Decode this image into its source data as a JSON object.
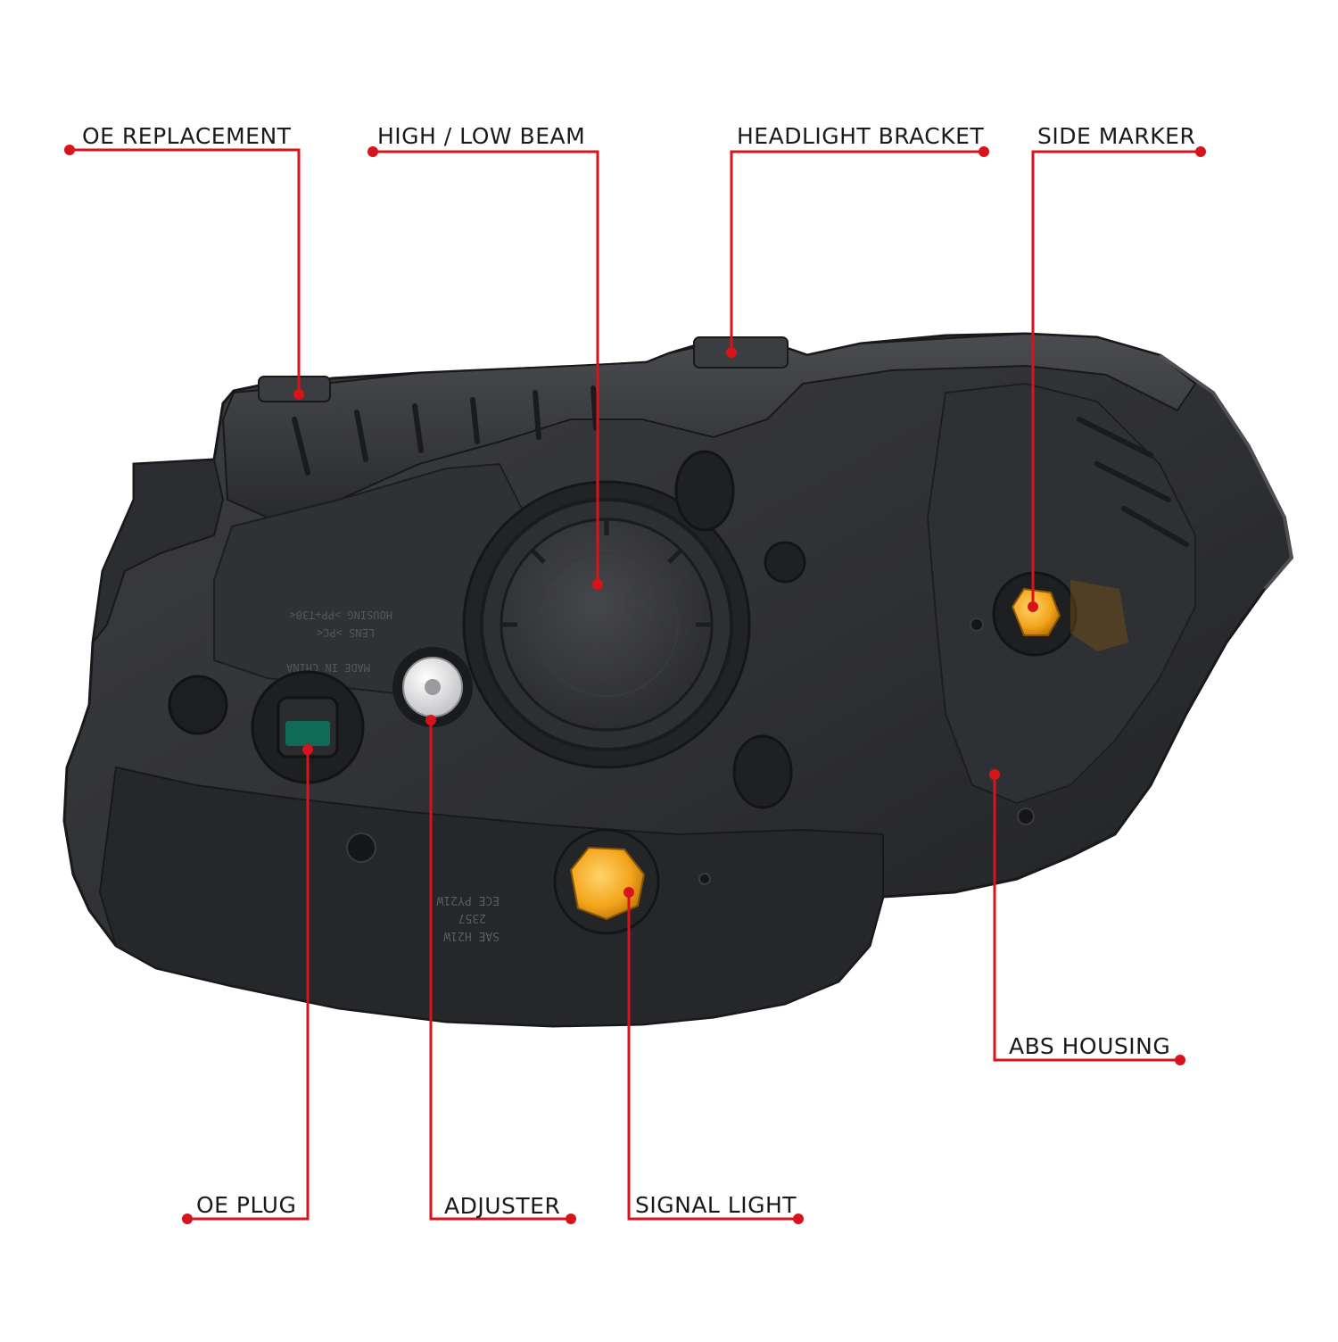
{
  "colors": {
    "callout": "#d7141c",
    "housing_dark": "#2b2c2e",
    "housing_mid": "#3a3b3e",
    "housing_light": "#4a4b4f",
    "amber": "#f3a51c",
    "label_text": "#1a1a1a"
  },
  "callouts": [
    {
      "id": "oe-replacement",
      "label": "OE REPLACEMENT"
    },
    {
      "id": "high-low-beam",
      "label": "HIGH / LOW BEAM"
    },
    {
      "id": "headlight-bracket",
      "label": "HEADLIGHT BRACKET"
    },
    {
      "id": "side-marker",
      "label": "SIDE MARKER"
    },
    {
      "id": "abs-housing",
      "label": "ABS HOUSING"
    },
    {
      "id": "oe-plug",
      "label": "OE PLUG"
    },
    {
      "id": "adjuster",
      "label": "ADJUSTER"
    },
    {
      "id": "signal-light",
      "label": "SIGNAL LIGHT"
    }
  ]
}
